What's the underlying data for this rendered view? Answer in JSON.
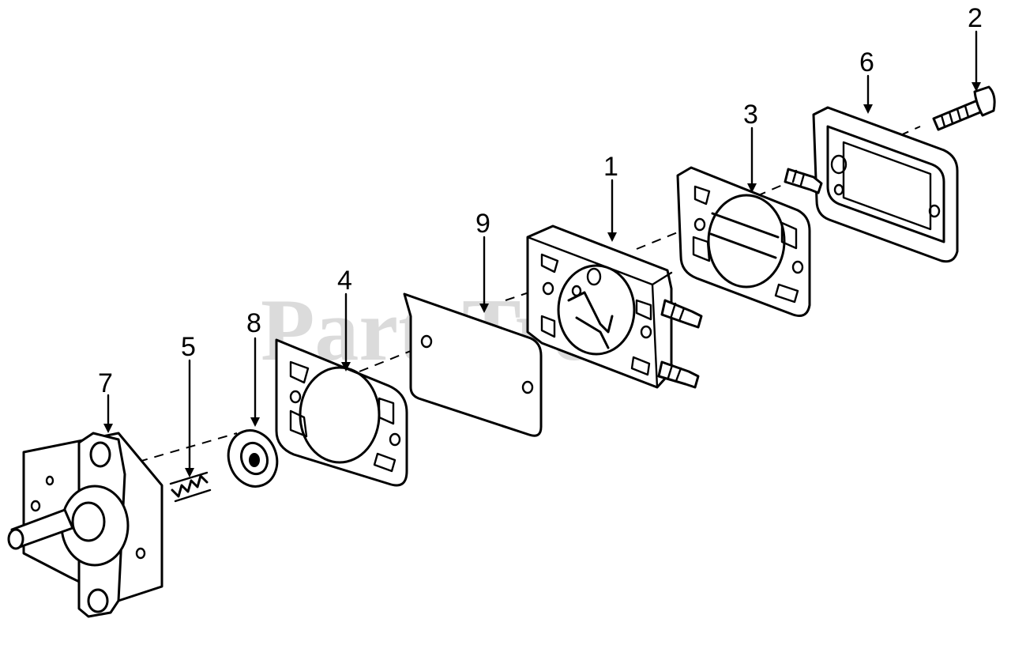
{
  "watermark": "PartsTree",
  "callouts": {
    "c1": "1",
    "c2": "2",
    "c3": "3",
    "c4": "4",
    "c5": "5",
    "c6": "6",
    "c7": "7",
    "c8": "8",
    "c9": "9"
  },
  "colors": {
    "ink": "#000000",
    "watermark": "#bdbdbd",
    "background": "#ffffff"
  }
}
